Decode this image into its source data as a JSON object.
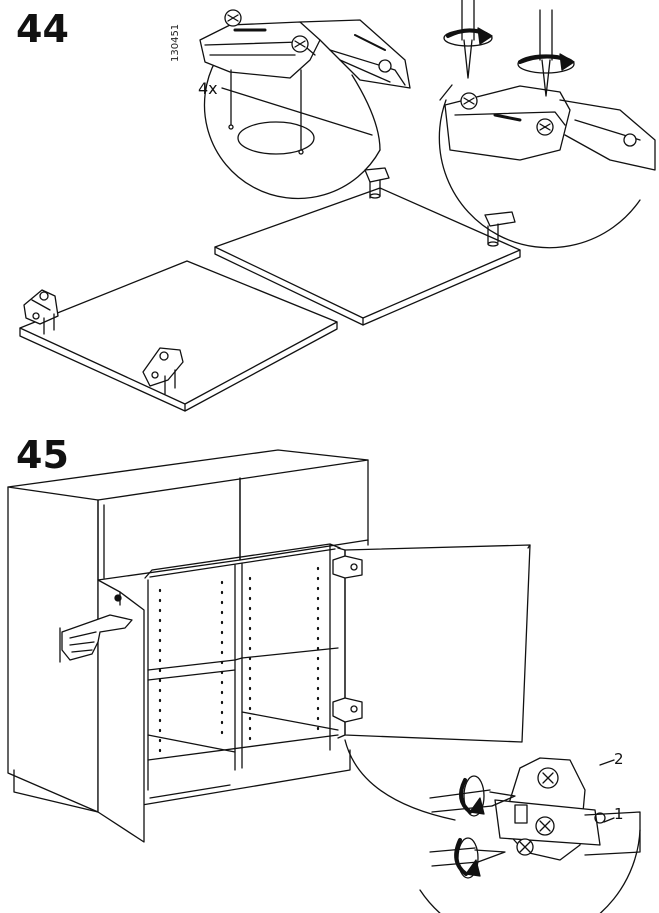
{
  "steps": [
    {
      "number": "44"
    },
    {
      "number": "45"
    }
  ],
  "doc_code": "130451",
  "quantity_label": "4x",
  "callout_labels": [
    "2",
    "1"
  ]
}
